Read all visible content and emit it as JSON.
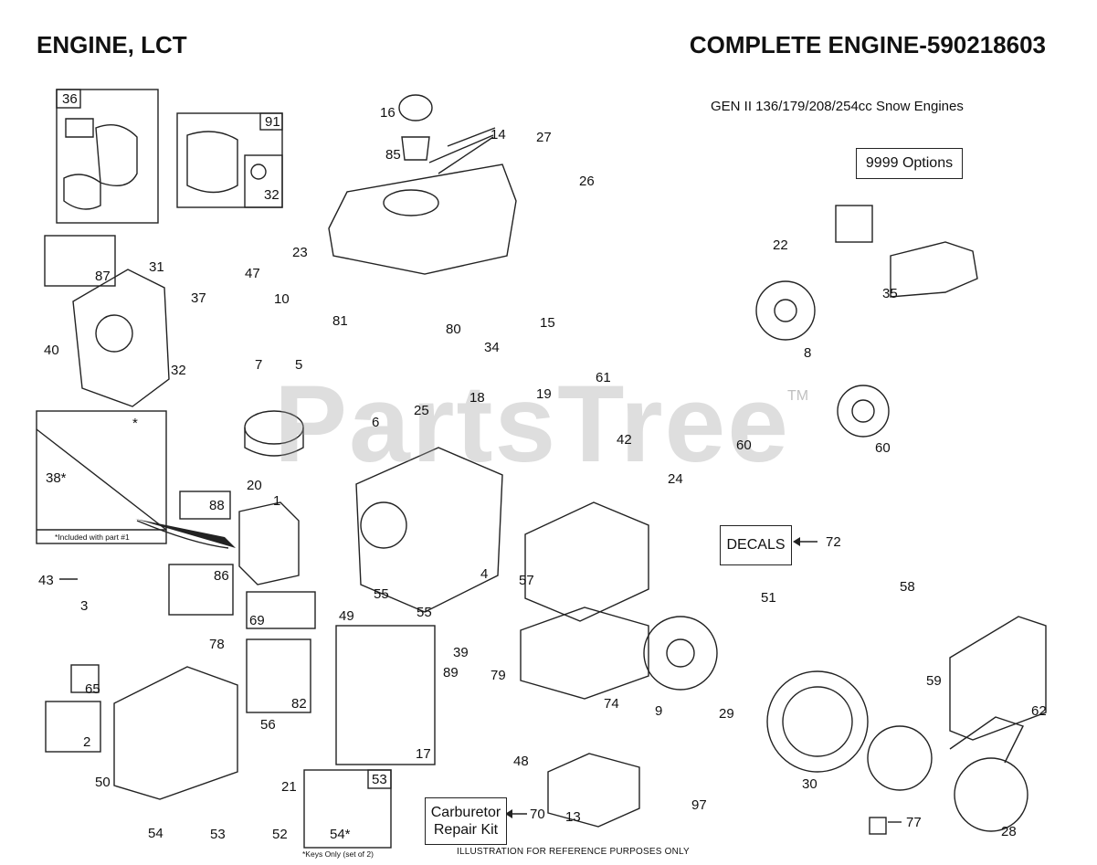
{
  "header": {
    "left_title": "ENGINE, LCT",
    "right_title": "COMPLETE ENGINE-590218603"
  },
  "subtitle": "GEN II 136/179/208/254cc Snow Engines",
  "boxes": {
    "options": "9999  Options",
    "decals": "DECALS",
    "carb_kit_line1": "Carburetor",
    "carb_kit_line2": "Repair Kit"
  },
  "notes": {
    "included": "*Included with part #1",
    "keys": "*Keys Only (set of 2)",
    "footer": "ILLUSTRATION FOR REFERENCE PURPOSES ONLY",
    "star": "*"
  },
  "watermark": "PartsTree",
  "trademark": "TM",
  "callouts": {
    "c36": "36",
    "c91": "91",
    "c32a": "32",
    "c87": "87",
    "c31": "31",
    "c40": "40",
    "c32b": "32",
    "c37": "37",
    "c47": "47",
    "c23": "23",
    "c10": "10",
    "c81": "81",
    "c7": "7",
    "c5": "5",
    "c6": "6",
    "c16": "16",
    "c85": "85",
    "c14": "14",
    "c27": "27",
    "c26": "26",
    "c22": "22",
    "c35": "35",
    "c8": "8",
    "c60a": "60",
    "c60b": "60",
    "c80": "80",
    "c34": "34",
    "c15": "15",
    "c61": "61",
    "c18": "18",
    "c19": "19",
    "c42": "42",
    "c25": "25",
    "c24": "24",
    "c38": "38*",
    "c20": "20",
    "c88": "88",
    "c1": "1",
    "c4": "4",
    "c57": "57",
    "c72": "72",
    "c43": "43",
    "c3": "3",
    "c86": "86",
    "c55a": "55",
    "c55b": "55",
    "c49": "49",
    "c69": "69",
    "c78": "78",
    "c39": "39",
    "c89": "89",
    "c82": "82",
    "c79": "79",
    "c74": "74",
    "c51": "51",
    "c58": "58",
    "c59": "59",
    "c9": "9",
    "c29": "29",
    "c62": "62",
    "c65": "65",
    "c2": "2",
    "c50": "50",
    "c56": "56",
    "c17": "17",
    "c48": "48",
    "c30": "30",
    "c21": "21",
    "c53a": "53",
    "c54b": "54*",
    "c70": "70",
    "c13": "13",
    "c97": "97",
    "c28": "28",
    "c77": "77",
    "c54a": "54",
    "c53b": "53",
    "c52": "52"
  }
}
